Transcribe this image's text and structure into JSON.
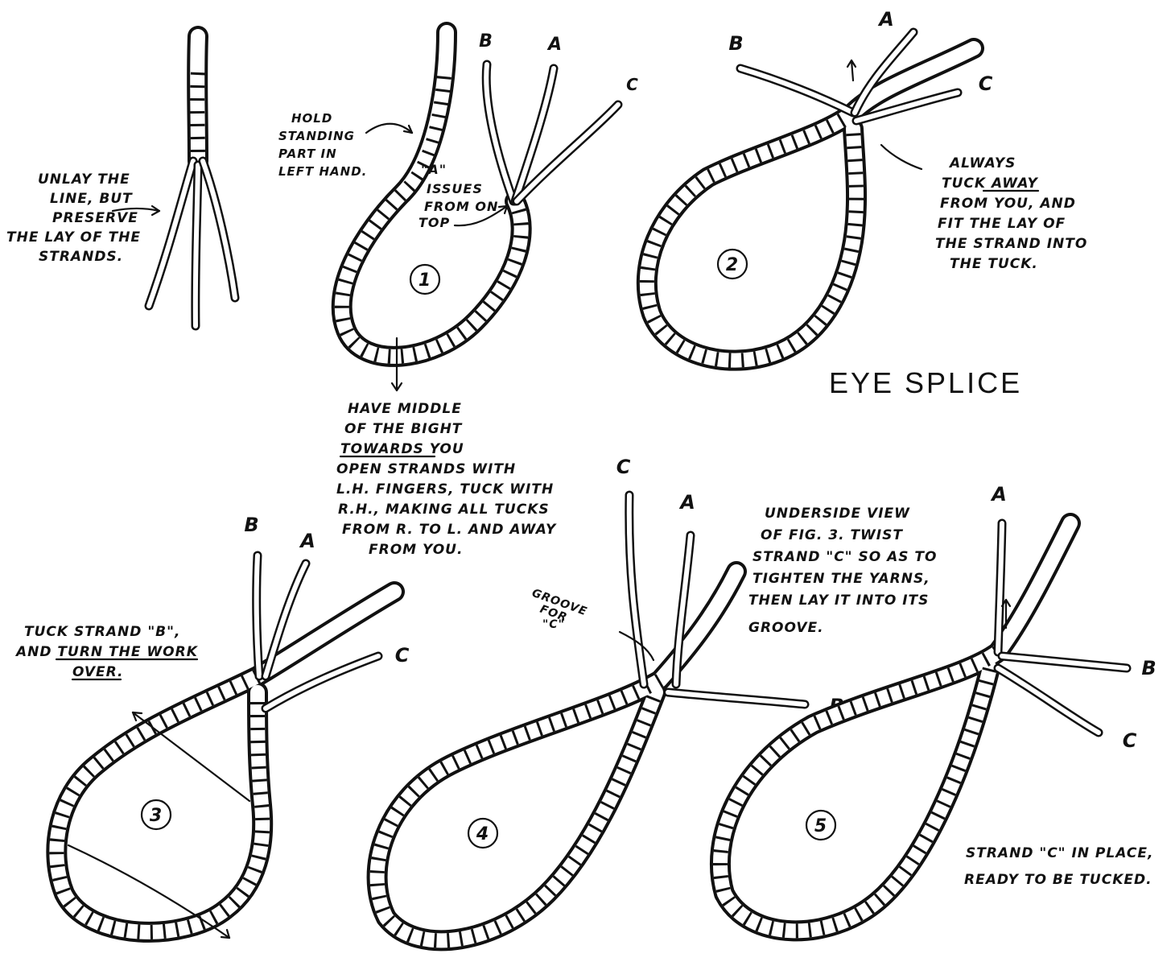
{
  "title": "EYE SPLICE",
  "figures": [
    {
      "number": "1"
    },
    {
      "number": "2"
    },
    {
      "number": "3"
    },
    {
      "number": "4"
    },
    {
      "number": "5"
    }
  ],
  "strand_labels": {
    "a": "A",
    "b": "B",
    "c": "C"
  },
  "notes": {
    "unlay": [
      "UNLAY THE",
      "LINE, BUT",
      "PRESERVE",
      "THE LAY OF THE",
      "STRANDS."
    ],
    "hold": [
      "HOLD",
      "STANDING",
      "PART IN",
      "LEFT HAND."
    ],
    "issues": [
      "\"A\"",
      "ISSUES",
      "FROM ON",
      "TOP"
    ],
    "middle": [
      "HAVE MIDDLE",
      "OF THE BIGHT",
      "TOWARDS YOU",
      "OPEN STRANDS WITH",
      "L.H. FINGERS, TUCK WITH",
      "R.H., MAKING ALL TUCKS",
      "FROM R. TO L. AND AWAY",
      "FROM YOU."
    ],
    "always": [
      "ALWAYS",
      "TUCK AWAY",
      "FROM YOU, AND",
      "FIT THE LAY OF",
      "THE STRAND INTO",
      "THE TUCK."
    ],
    "tuck_b": [
      "TUCK STRAND \"B\",",
      "AND TURN THE WORK",
      "OVER."
    ],
    "groove": [
      "GROOVE",
      "FOR",
      "\"C\""
    ],
    "underside": [
      "UNDERSIDE VIEW",
      "OF FIG. 3. TWIST",
      "STRAND \"C\" SO AS TO",
      "TIGHTEN THE YARNS,",
      "THEN LAY IT INTO ITS",
      "GROOVE."
    ],
    "in_place": [
      "STRAND \"C\" IN PLACE,",
      "READY TO BE TUCKED."
    ]
  }
}
